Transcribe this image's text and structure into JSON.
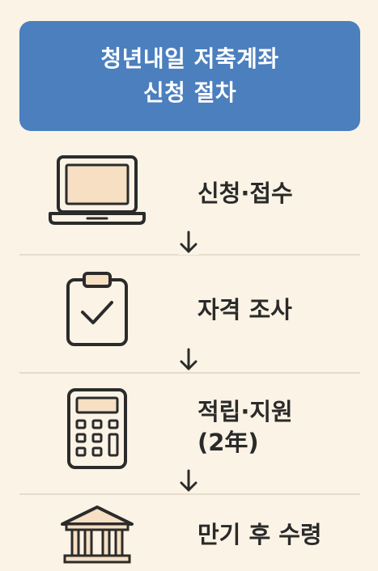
{
  "title": {
    "line1": "청년내일 저축계좌",
    "line2": "신청 절차"
  },
  "steps": [
    {
      "label": "신청·접수",
      "icon": "laptop-icon"
    },
    {
      "label": "자격 조사",
      "icon": "clipboard-check-icon"
    },
    {
      "label": "적립·지원",
      "label_sub": "(2年)",
      "icon": "calculator-icon"
    },
    {
      "label": "만기 후 수령",
      "icon": "bank-icon"
    }
  ],
  "colors": {
    "background": "#fbf3e5",
    "header": "#4b7fbe",
    "icon_fill": "#f6dfc2",
    "icon_stroke": "#2b2b2b"
  }
}
